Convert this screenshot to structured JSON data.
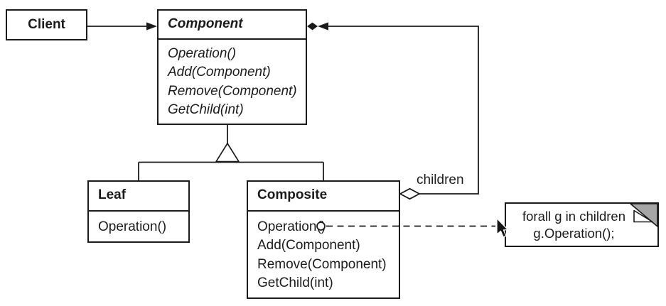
{
  "diagram": {
    "title_hint": "Composite design pattern UML class diagram",
    "classes": {
      "client": {
        "title": "Client"
      },
      "component": {
        "title": "Component",
        "methods": [
          "Operation()",
          "Add(Component)",
          "Remove(Component)",
          "GetChild(int)"
        ]
      },
      "leaf": {
        "title": "Leaf",
        "methods": [
          "Operation()"
        ]
      },
      "composite": {
        "title": "Composite",
        "methods": [
          "Operation()",
          "Add(Component)",
          "Remove(Component)",
          "GetChild(int)"
        ]
      }
    },
    "labels": {
      "children": "children"
    },
    "note": {
      "line1": "forall g in children",
      "line2": "g.Operation();"
    },
    "colors": {
      "line": "#1b1b1b",
      "background": "#ffffff",
      "note_fold_gray": "#a6a6a6"
    }
  }
}
